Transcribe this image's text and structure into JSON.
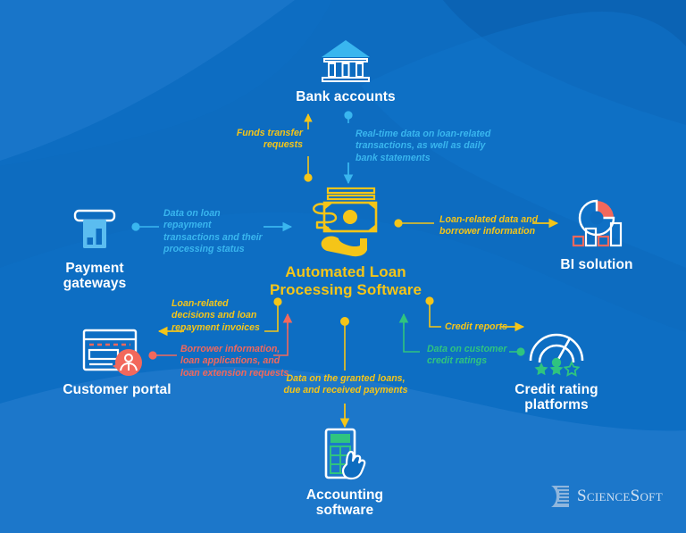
{
  "diagram": {
    "title": "Automated Loan Processing Software integration scheme",
    "background_color": "#0d6cc0",
    "colors": {
      "background": "#0d6cc0",
      "wave_light": "#2a7fd0",
      "wave_dark": "#0a60ad",
      "yellow": "#f5c518",
      "cyan": "#39b6ef",
      "red": "#f2685c",
      "green": "#2fc47f",
      "white": "#ffffff"
    }
  },
  "nodes": {
    "bank_accounts": {
      "label": "Bank accounts",
      "icon": "bank-icon",
      "color": "#39b6ef"
    },
    "payment_gateways": {
      "label": "Payment gateways",
      "icon": "card-terminal-icon",
      "color": "#39b6ef"
    },
    "center": {
      "label": "Automated Loan\nProcessing Software",
      "icon": "money-in-hand-icon",
      "color": "#f5c518"
    },
    "bi_solution": {
      "label": "BI solution",
      "icon": "bi-chart-icon",
      "color": "#f2685c"
    },
    "customer_portal": {
      "label": "Customer portal",
      "icon": "browser-user-icon",
      "color": "#f2685c"
    },
    "credit_rating": {
      "label": "Credit rating\nplatforms",
      "icon": "gauge-stars-icon",
      "color": "#2fc47f"
    },
    "accounting_software": {
      "label": "Accounting software",
      "icon": "calculator-hand-icon",
      "color": "#2fc47f"
    }
  },
  "connectors": [
    {
      "id": "funds-transfer",
      "text": "Funds transfer\nrequests",
      "color": "#f5c518",
      "from": "center",
      "to": "bank_accounts"
    },
    {
      "id": "realtime-bank-data",
      "text": "Real-time data on loan-related\ntransactions, as well as daily\nbank statements",
      "color": "#39b6ef",
      "from": "bank_accounts",
      "to": "center"
    },
    {
      "id": "loan-repayment-data",
      "text": "Data on loan repayment\ntransactions and their\nprocessing status",
      "color": "#39b6ef",
      "from": "payment_gateways",
      "to": "center"
    },
    {
      "id": "loan-related-data",
      "text": "Loan-related data and\nborrower information",
      "color": "#f5c518",
      "from": "center",
      "to": "bi_solution"
    },
    {
      "id": "loan-decisions",
      "text": "Loan-related\ndecisions and loan\nrepayment invoices",
      "color": "#f5c518",
      "from": "center",
      "to": "customer_portal"
    },
    {
      "id": "borrower-information",
      "text": "Borrower information,\nloan applications, and\nloan extension requests",
      "color": "#f2685c",
      "from": "customer_portal",
      "to": "center"
    },
    {
      "id": "credit-reports",
      "text": "Credit reports",
      "color": "#f5c518",
      "from": "center",
      "to": "credit_rating"
    },
    {
      "id": "customer-credit-ratings",
      "text": "Data on customer\ncredit ratings",
      "color": "#2fc47f",
      "from": "credit_rating",
      "to": "center"
    },
    {
      "id": "granted-loans-data",
      "text": "Data on the granted loans,\ndue and received payments",
      "color": "#f5c518",
      "from": "center",
      "to": "accounting_software"
    }
  ],
  "branding": {
    "name": "ScienceSoft",
    "logo_icon": "sciencesoft-logo-icon"
  }
}
